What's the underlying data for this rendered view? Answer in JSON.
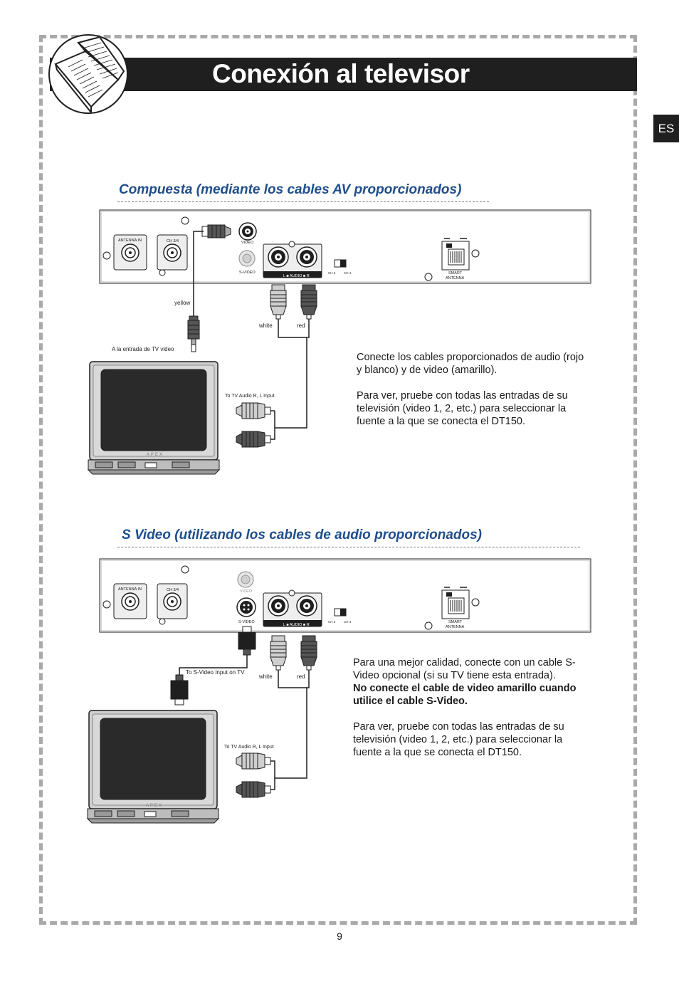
{
  "page": {
    "title": "Conexión al televisor",
    "language_tab": "ES",
    "page_number": "9"
  },
  "section1": {
    "heading": "Compuesta (mediante los cables AV proporcionados)",
    "device_labels": {
      "antenna_in": "ANTENNA IN",
      "ch34": "CH 3/4",
      "video": "VIDEO",
      "svideo": "S-VIDEO",
      "audio": "L ■ AUDIO ■ R",
      "ch3": "CH 3",
      "ch4": "CH 4",
      "smart": "SMART",
      "antenna": "ANTENNA"
    },
    "cable_labels": {
      "yellow": "yellow",
      "white": "white",
      "red": "red",
      "tv_video": "A la entrada de TV video",
      "tv_audio": "To TV Audio R, L Input"
    },
    "tv_brand": "APEX",
    "paragraphs": [
      "Conecte los cables proporcionados de audio (rojo y blanco) y de video (amarillo).",
      "Para ver, pruebe con todas las entradas de su televisión (video 1, 2, etc.) para seleccionar la fuente a la que se conecta el DT150."
    ]
  },
  "section2": {
    "heading": "S Video (utilizando los cables de audio proporcionados)",
    "device_labels": {
      "antenna_in": "ANTENNA IN",
      "ch34": "CH 3/4",
      "video": "VIDEO",
      "svideo": "S-VIDEO",
      "audio": "L ■ AUDIO ■ R",
      "ch3": "CH 3",
      "ch4": "CH 4",
      "smart": "SMART",
      "antenna": "ANTENNA"
    },
    "cable_labels": {
      "svideo_input": "To S-Video Input on TV",
      "white": "white",
      "red": "red",
      "tv_audio": "To TV Audio R, L Input"
    },
    "tv_brand": "APEX",
    "paragraph1": "Para una mejor calidad, conecte con un cable S-Video opcional (si su TV tiene esta entrada).",
    "paragraph1_bold": "No conecte el cable de video amarillo cuando utilice el cable S-Video.",
    "paragraph2": "Para ver, pruebe con todas las entradas de su televisión (video 1, 2, etc.) para seleccionar la fuente a la que se conecta el DT150."
  },
  "colors": {
    "title_bar": "#1f1f1f",
    "heading": "#1f4e8c",
    "frame_dash": "#a9a9a9"
  }
}
